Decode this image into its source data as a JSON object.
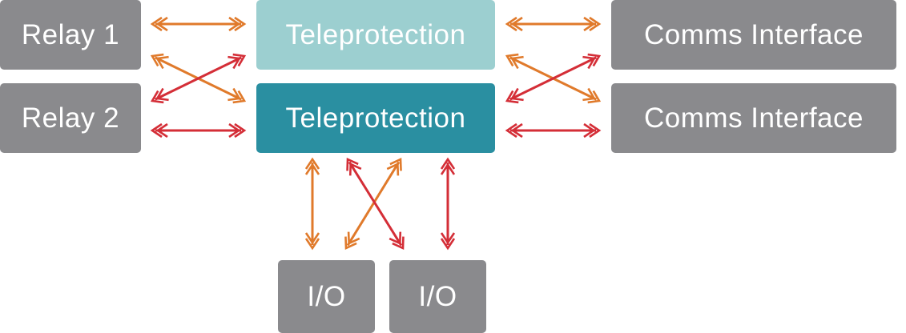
{
  "colors": {
    "box_gray": "#8a8a8d",
    "teleprotection_primary": "#2a8fa1",
    "teleprotection_secondary": "#9ccfd0",
    "arrow_orange": "#e07a2b",
    "arrow_red": "#d42e37"
  },
  "nodes": {
    "relay_1": "Relay 1",
    "relay_2": "Relay 2",
    "teleprotection_1": "Teleprotection",
    "teleprotection_2": "Teleprotection",
    "comms_interface_1": "Comms Interface",
    "comms_interface_2": "Comms Interface",
    "io_1": "I/O",
    "io_2": "I/O"
  },
  "connections": [
    {
      "from": "relay_1",
      "to": "teleprotection_1",
      "color": "orange"
    },
    {
      "from": "relay_1",
      "to": "teleprotection_2",
      "color": "orange"
    },
    {
      "from": "relay_2",
      "to": "teleprotection_1",
      "color": "red"
    },
    {
      "from": "relay_2",
      "to": "teleprotection_2",
      "color": "red"
    },
    {
      "from": "teleprotection_1",
      "to": "comms_interface_1",
      "color": "orange"
    },
    {
      "from": "teleprotection_1",
      "to": "comms_interface_2",
      "color": "orange"
    },
    {
      "from": "teleprotection_2",
      "to": "comms_interface_1",
      "color": "red"
    },
    {
      "from": "teleprotection_2",
      "to": "comms_interface_2",
      "color": "red"
    },
    {
      "from": "teleprotection_1",
      "to": "io_1",
      "color": "orange"
    },
    {
      "from": "teleprotection_1",
      "to": "io_2",
      "color": "orange"
    },
    {
      "from": "teleprotection_2",
      "to": "io_1",
      "color": "red"
    },
    {
      "from": "teleprotection_2",
      "to": "io_2",
      "color": "red"
    }
  ]
}
